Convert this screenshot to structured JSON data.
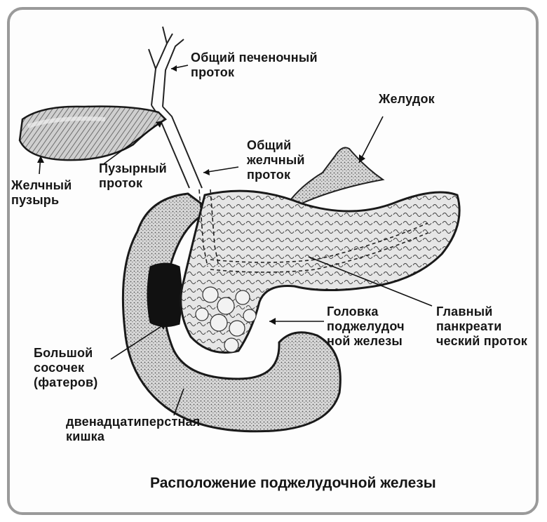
{
  "labels": {
    "common_hepatic_duct": "Общий печеночный\nпроток",
    "stomach": "Желудок",
    "common_bile_duct": "Общий\nжелчный\nпроток",
    "cystic_duct": "Пузырный\nпроток",
    "gallbladder": "Желчный\nпузырь",
    "pancreas_head": "Головка\nподжелудоч\nной железы",
    "main_pancreatic_duct": "Главный\nпанкреати\nческий проток",
    "major_papilla": "Большой\nсосочек\n(фатеров)",
    "duodenum": "двенадцатиперстная\nкишка"
  },
  "caption": "Расположение поджелудочной железы"
}
